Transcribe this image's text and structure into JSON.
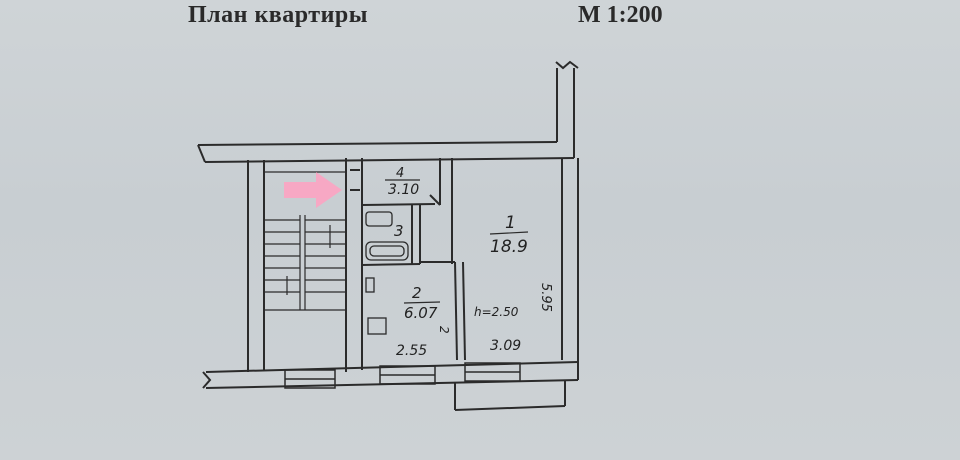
{
  "header": {
    "title": "План квартиры",
    "scale": "М 1:200"
  },
  "rooms": [
    {
      "number": "1",
      "area": "18.9"
    },
    {
      "number": "2",
      "area": "6.07"
    },
    {
      "number": "3",
      "area": ""
    },
    {
      "number": "4",
      "area": "3.10"
    }
  ],
  "dimensions": {
    "room1_length": "5.95",
    "room1_width": "3.09",
    "room2_width": "2.55",
    "room2_side": "2",
    "ceiling_height": "h=2.50"
  },
  "colors": {
    "ink": "#2b2b2b",
    "paper": "#cbd1d4",
    "arrow": "#f7a8c4"
  },
  "markers": {
    "entrance_arrow": "pink-arrow-icon"
  }
}
